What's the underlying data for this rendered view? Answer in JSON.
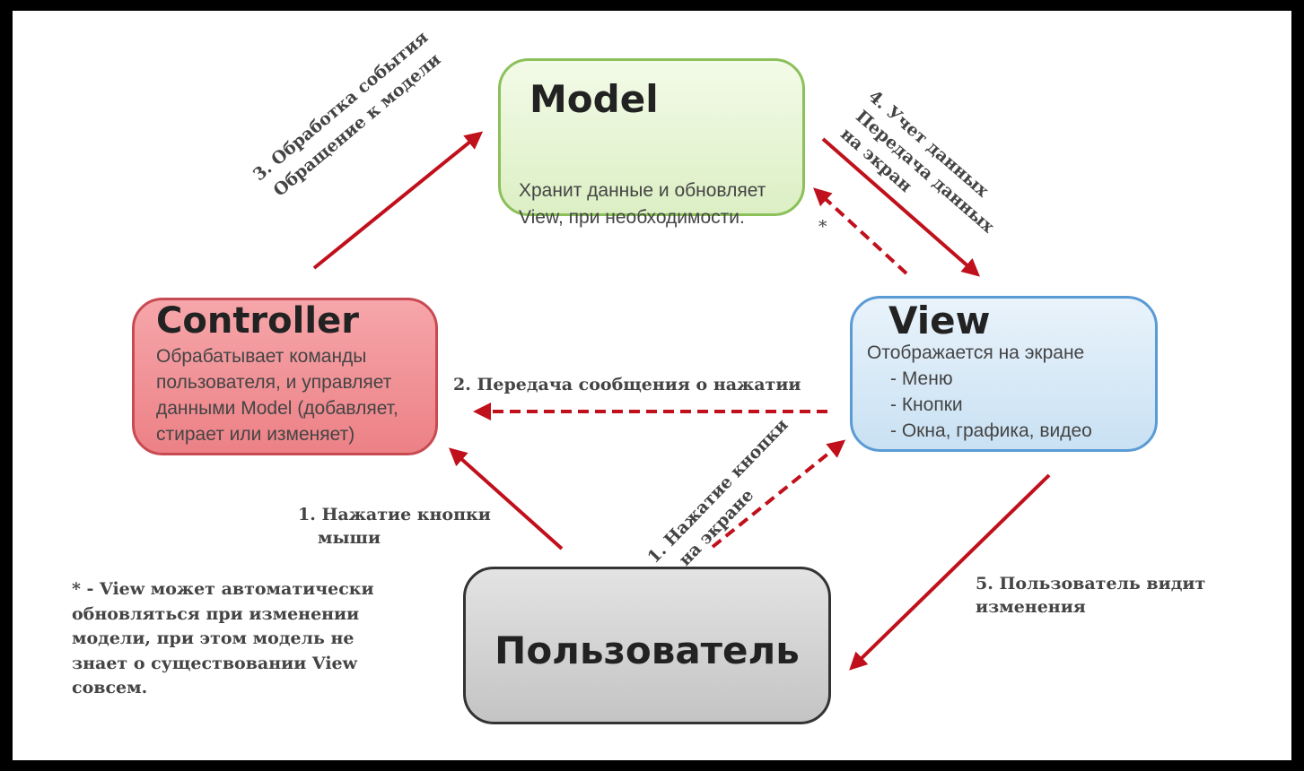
{
  "nodes": {
    "model": {
      "title": "Model",
      "desc_lines": [
        "Хранит данные и обновляет",
        "View, при необходимости."
      ]
    },
    "controller": {
      "title": "Controller",
      "desc_lines": [
        "Обрабатывает команды",
        "пользователя, и управляет",
        "данными Model (добавляет,",
        "стирает или изменяет)"
      ]
    },
    "view": {
      "title": "View",
      "desc_lines": [
        "Отображается на экране"
      ],
      "list": [
        "- Меню",
        "- Кнопки",
        "- Окна, графика, видео"
      ]
    },
    "user": {
      "title": "Пользователь"
    }
  },
  "edges": {
    "step1_mouse": [
      "1. Нажатие кнопки",
      "мыши"
    ],
    "step1_screen": [
      "1. Нажатие кнопки",
      "на экране"
    ],
    "step2": "2. Передача сообщения о нажатии",
    "step3": [
      "3. Обработка события",
      "Обращение к модели"
    ],
    "step4": [
      "4. Учет данных",
      "Передача данных",
      "на экран"
    ],
    "step5": [
      "5. Пользователь видит",
      "изменения"
    ],
    "asterisk": "*"
  },
  "footnote": [
    "* - View может автоматически",
    "обновляться при изменении",
    "модели, при этом модель не",
    "знает о существовании View",
    "совсем."
  ],
  "colors": {
    "arrow": "#c0101c",
    "model_fill": "#dcefc4",
    "controller_fill": "#ec8186",
    "view_fill": "#c9e1f3",
    "user_fill": "#c4c4c4"
  }
}
